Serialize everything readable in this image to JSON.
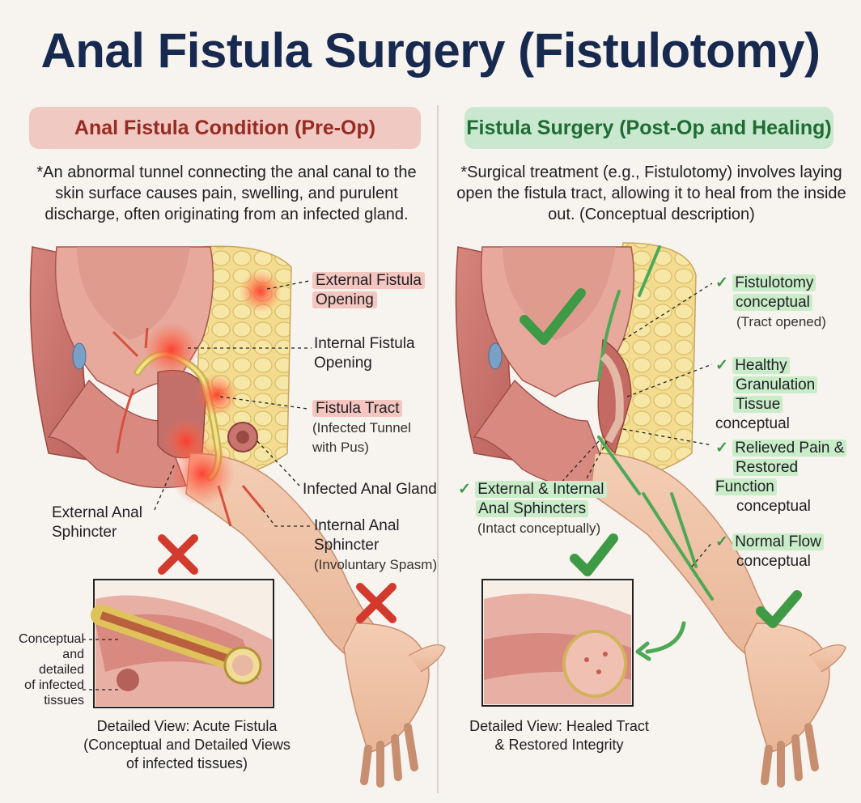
{
  "title": "Anal Fistula Surgery (Fistulotomy)",
  "left": {
    "header": "Anal Fistula Condition (Pre-Op)",
    "description": "*An abnormal tunnel connecting the anal canal to the skin surface causes pain, swelling, and purulent discharge, often originating from an infected gland.",
    "labels": {
      "external_opening_1": "External Fistula",
      "external_opening_2": "Opening",
      "internal_opening_1": "Internal Fistula",
      "internal_opening_2": "Opening",
      "tract": "Fistula Tract",
      "tract_sub_1": "(Infected Tunnel",
      "tract_sub_2": "with Pus)",
      "gland": "Infected Anal Gland",
      "ext_sphincter_1": "External Anal",
      "ext_sphincter_2": "Sphincter",
      "int_sphincter_1": "Internal Anal",
      "int_sphincter_2": "Sphincter",
      "int_sphincter_sub": "(Involuntary Spasm)",
      "conceptual_1": "Conceptual",
      "conceptual_2": "and detailed",
      "conceptual_3": "of infected",
      "conceptual_4": "tissues"
    },
    "detail_caption_1": "Detailed View: Acute Fistula",
    "detail_caption_2": "(Conceptual and Detailed Views",
    "detail_caption_3": "of infected tissues)"
  },
  "right": {
    "header": "Fistula Surgery (Post-Op and Healing)",
    "description": "*Surgical treatment (e.g., Fistulotomy) involves laying open the fistula tract, allowing it to heal from the inside out. (Conceptual description)",
    "labels": {
      "fistulotomy_1": "Fistulotomy",
      "fistulotomy_2": "conceptual",
      "fistulotomy_sub": "(Tract opened)",
      "granulation_1": "Healthy",
      "granulation_2": "Granulation",
      "granulation_3": "Tissue",
      "granulation_4": " conceptual",
      "relieved_1": "Relieved Pain &",
      "relieved_2": "Restored Function",
      "relieved_3": "conceptual",
      "sphincters_1": "External & Internal",
      "sphincters_2": "Anal Sphincters",
      "sphincters_sub": "(Intact conceptually)",
      "flow_1": "Normal Flow",
      "flow_2": "conceptual"
    },
    "detail_caption_1": "Detailed View: Healed Tract",
    "detail_caption_2": "& Restored Integrity"
  },
  "colors": {
    "title": "#17294f",
    "pre_header_bg": "#f0c9c3",
    "pre_header_text": "#962b22",
    "post_header_bg": "#c9e8cf",
    "post_header_text": "#1f6c32",
    "check": "#3f9a45",
    "cross": "#d23a2e"
  },
  "icons": [
    "check-icon",
    "cross-icon",
    "arrow-icon"
  ]
}
